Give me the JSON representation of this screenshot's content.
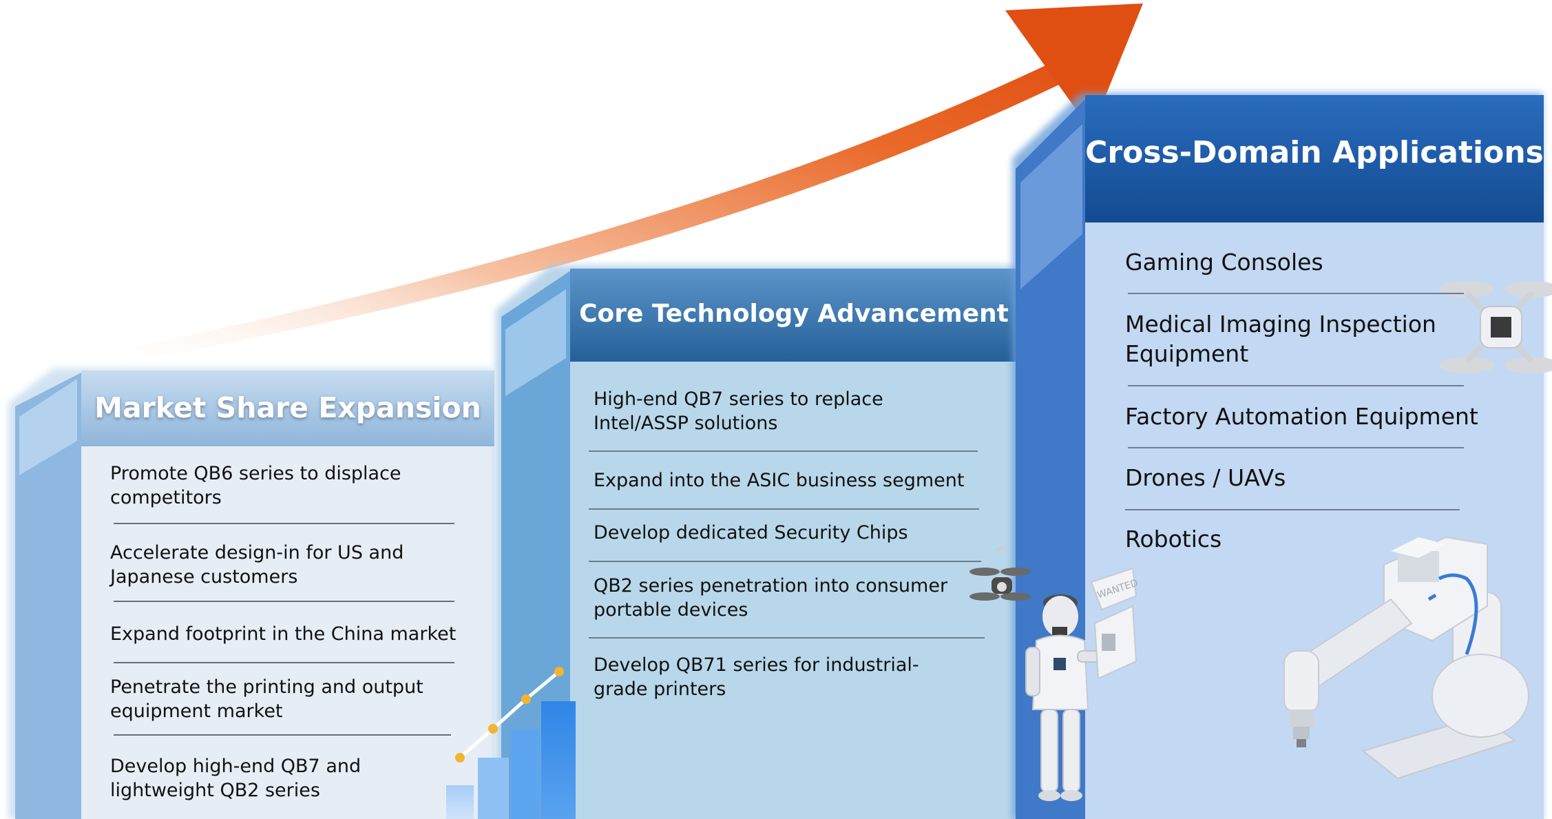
{
  "stages": [
    {
      "title": "Market Share Expansion",
      "items": [
        "Promote QB6 series to displace competitors",
        "Accelerate design-in for US and Japanese customers",
        "Expand footprint in the China market",
        "Penetrate the printing and output equipment market",
        "Develop high-end QB7 and lightweight QB2 series"
      ]
    },
    {
      "title": "Core Technology Advancement",
      "items": [
        "High-end QB7 series to replace Intel/ASSP solutions",
        "Expand into the ASIC business segment",
        "Develop dedicated Security Chips",
        "QB2 series penetration into consumer portable devices",
        "Develop QB71 series for industrial-grade printers"
      ]
    },
    {
      "title": "Cross-Domain Applications",
      "items": [
        "Gaming Consoles",
        "Medical Imaging Inspection Equipment",
        "Factory Automation Equipment",
        "Drones / UAVs",
        "Robotics"
      ]
    }
  ],
  "illustrations": {
    "badge_text": "WANTED",
    "icons": [
      "bar-chart-icon",
      "drone-icon",
      "robot-icon",
      "robotic-arm-icon",
      "growth-arrow-icon"
    ]
  },
  "colors": {
    "arrow": "#e04f12",
    "panel1_header": "#a3c4e3",
    "panel2_header": "#2e6ea8",
    "panel3_header": "#1a57a3"
  }
}
